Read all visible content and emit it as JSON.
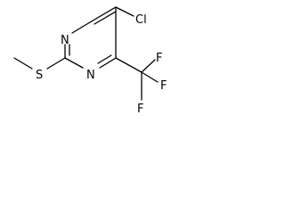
{
  "molecule": {
    "atoms": {
      "chlorine": "Cl",
      "nitrogen_1": "N",
      "nitrogen_3": "N",
      "sulfur": "S",
      "fluorine_top": "F",
      "fluorine_right": "F",
      "fluorine_bottom": "F"
    }
  }
}
